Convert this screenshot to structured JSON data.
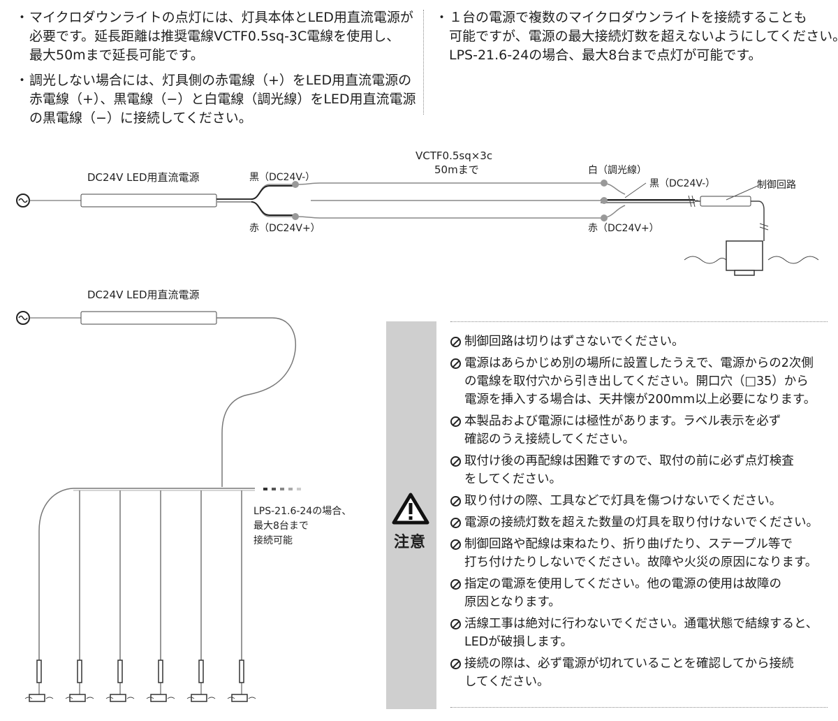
{
  "notes": {
    "bullet": "・",
    "left": [
      [
        "マイクロダウンライトの点灯には、灯具本体とLED用直流電源が",
        "必要です。延長距離は推奨電線VCTF0.5sq-3C電線を使用し、",
        "最大50mまで延長可能です。"
      ],
      [
        "調光しない場合には、灯具側の赤電線（+）をLED用直流電源の",
        "赤電線（+）、黒電線（−）と白電線（調光線）をLED用直流電源",
        "の黒電線（−）に接続してください。"
      ]
    ],
    "right": [
      "１台の電源で複数のマイクロダウンライトを接続することも",
      "可能ですが、電源の最大接続灯数を超えないようにしてください。",
      "LPS-21.6-24の場合、最大8台まで点灯が可能です。"
    ]
  },
  "diagram1": {
    "power_supply_label": "DC24V LED用直流電源",
    "cable_label_1": "VCTF0.5sq×3c",
    "cable_label_2": "50mまで",
    "black_left": "黒（DC24V-）",
    "red_left": "赤（DC24V+）",
    "white_right": "白（調光線）",
    "black_right": "黒（DC24V-）",
    "red_right": "赤（DC24V+）",
    "control_label": "制御回路"
  },
  "diagram2": {
    "power_supply_label": "DC24V LED用直流電源",
    "capacity_note": [
      "LPS-21.6-24の場合、",
      "最大8台まで",
      "接続可能"
    ]
  },
  "caution": {
    "heading": "注意",
    "items": [
      [
        "制御回路は切りはずさないでください。"
      ],
      [
        "電源はあらかじめ別の場所に設置したうえで、電源からの2次側",
        "の電線を取付穴から引き出してください。開口穴（□35）から",
        "電源を挿入する場合は、天井懐が200mm以上必要になります。"
      ],
      [
        "本製品および電源には極性があります。ラベル表示を必ず",
        "確認のうえ接続してください。"
      ],
      [
        "取付け後の再配線は困難ですので、取付の前に必ず点灯検査",
        "をしてください。"
      ],
      [
        "取り付けの際、工具などで灯具を傷つけないでください。"
      ],
      [
        "電源の接続灯数を超えた数量の灯具を取り付けないでください。"
      ],
      [
        "制御回路や配線は束ねたり、折り曲げたり、ステープル等で",
        "打ち付けたりしないでください。故障や火災の原因になります。"
      ],
      [
        "指定の電源を使用してください。他の電源の使用は故障の",
        "原因となります。"
      ],
      [
        "活線工事は絶対に行わないでください。通電状態で結線すると、",
        "LEDが破損します。"
      ],
      [
        "接続の際は、必ず電源が切れていることを確認してから接続",
        "してください。"
      ]
    ]
  }
}
